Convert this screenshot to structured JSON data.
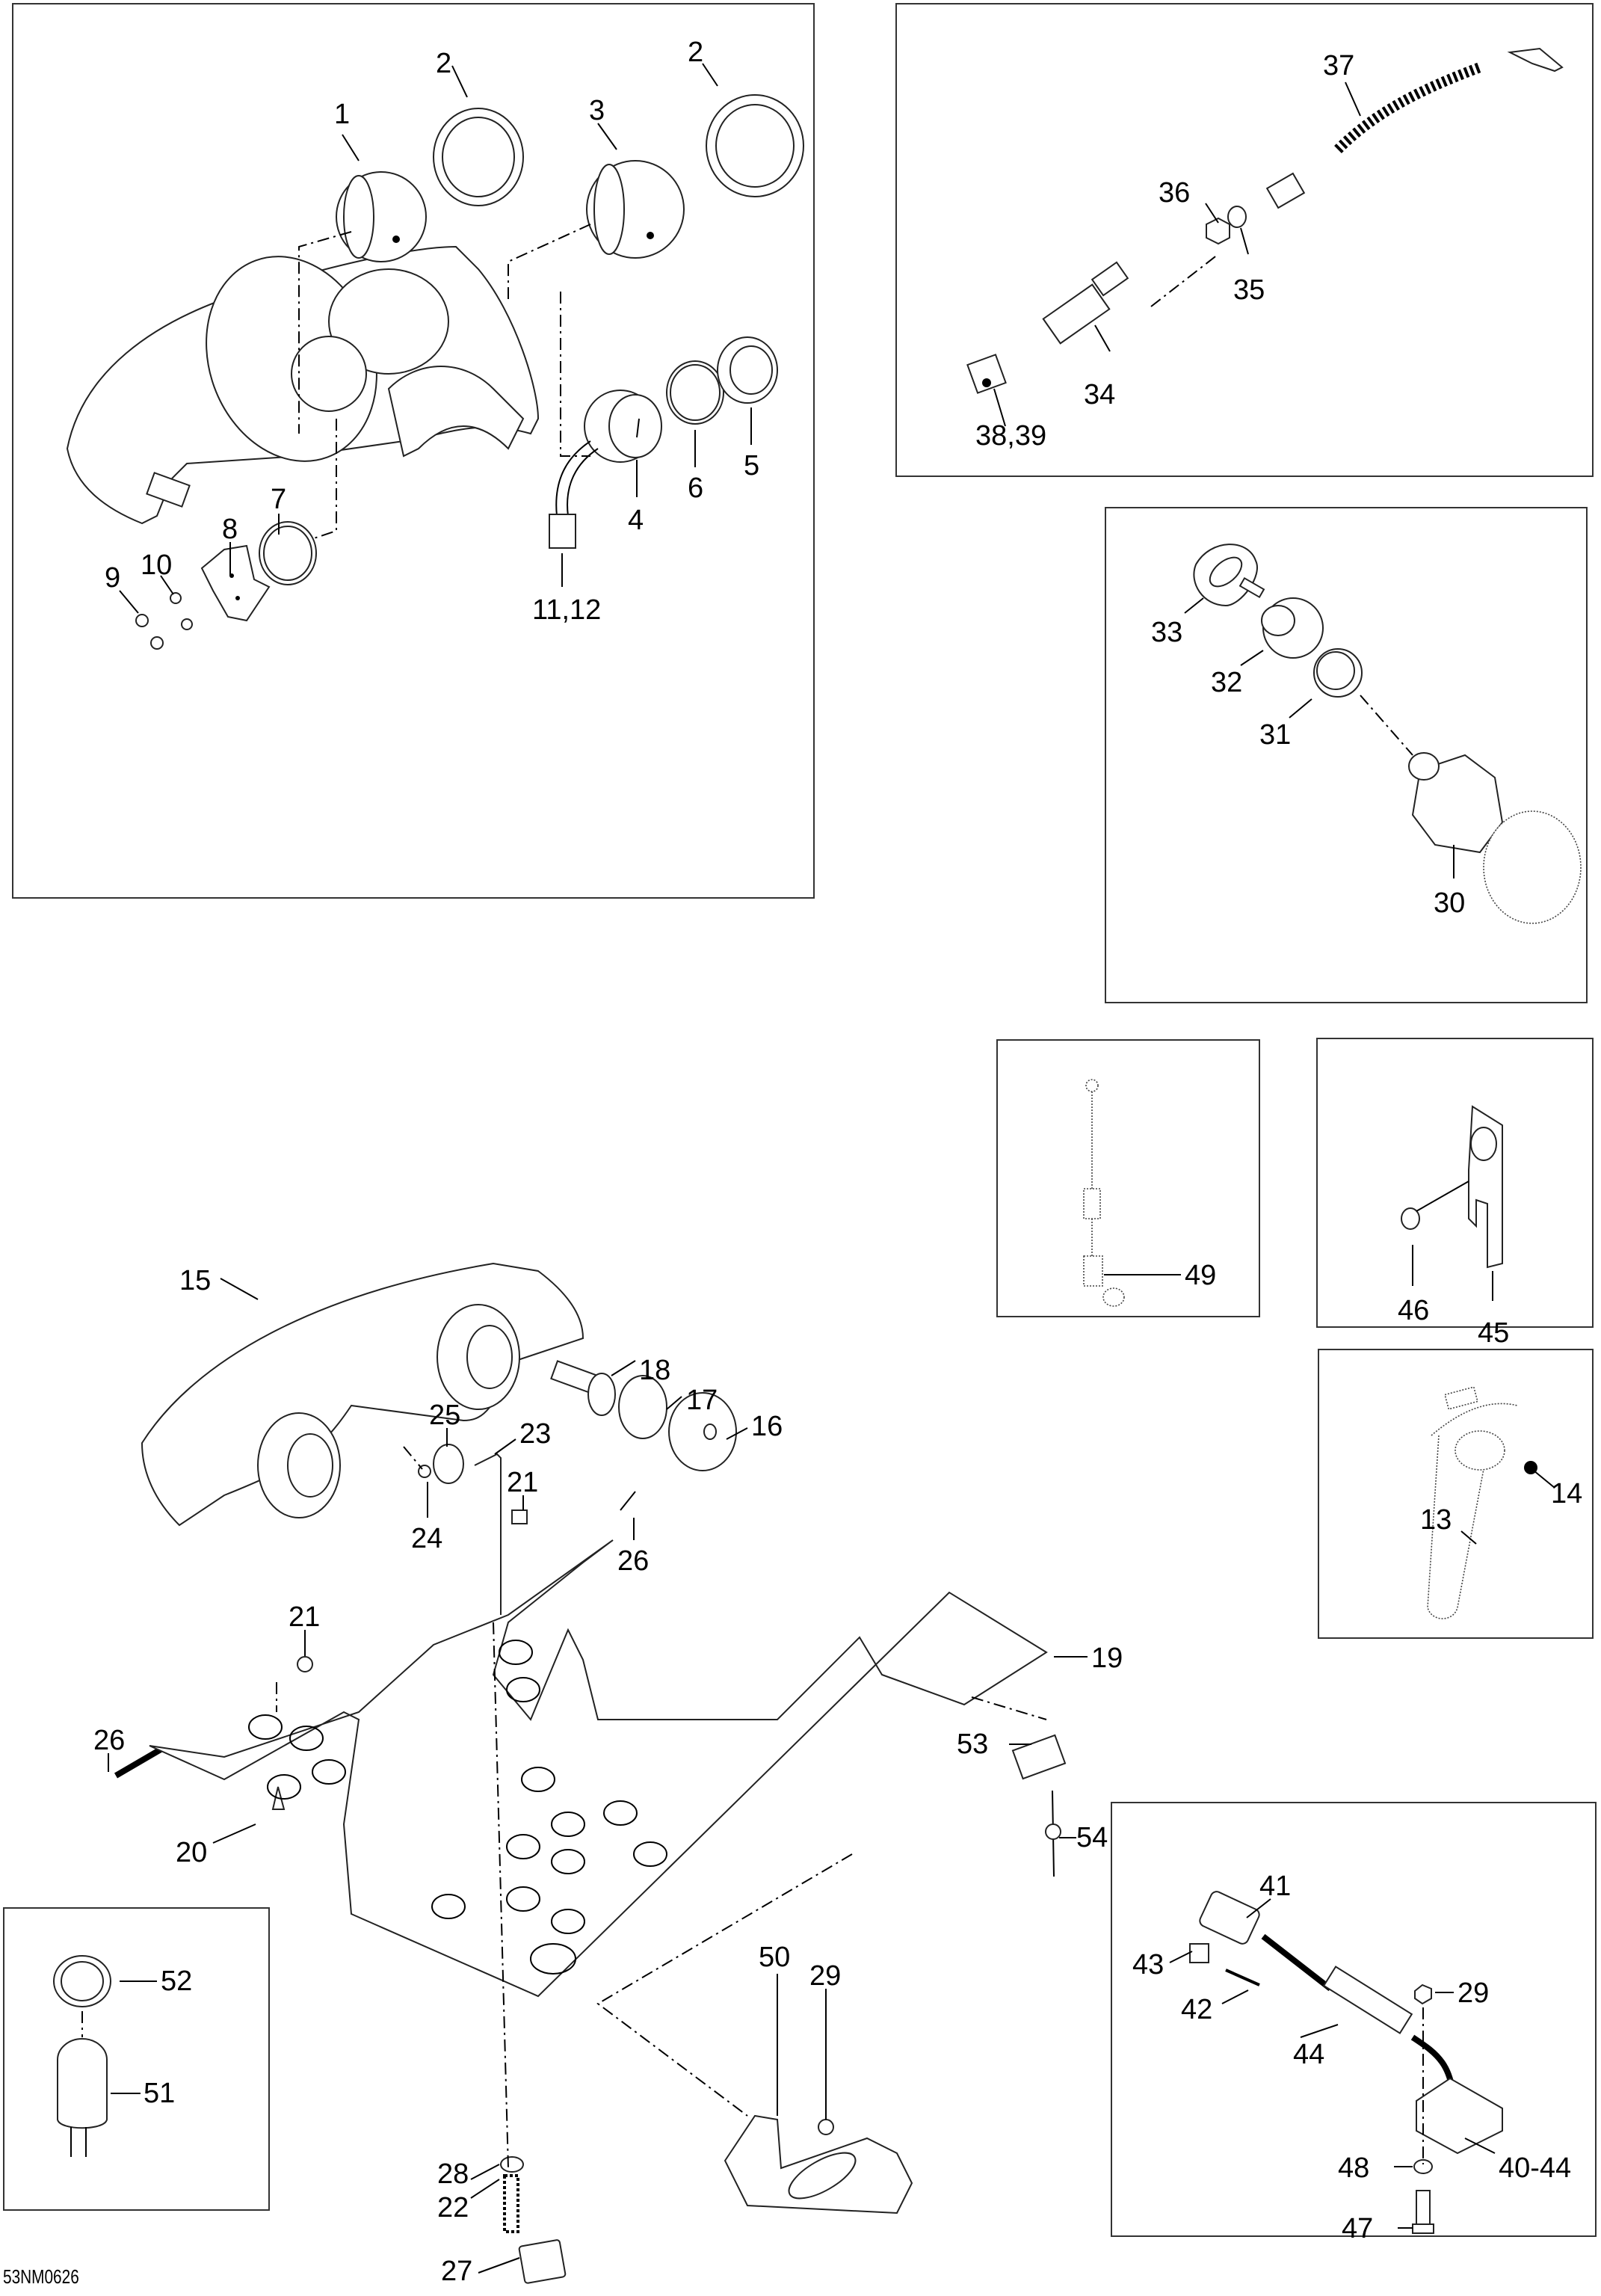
{
  "drawing_code": "53NM0626",
  "panels": [
    {
      "id": "gauge-cluster",
      "labels": [
        "1",
        "2",
        "2",
        "3",
        "4",
        "5",
        "6",
        "7",
        "8",
        "9",
        "10",
        "11,12"
      ]
    },
    {
      "id": "tether-switch",
      "labels": [
        "37",
        "36",
        "35",
        "34",
        "38,39"
      ]
    },
    {
      "id": "ignition-switch",
      "labels": [
        "33",
        "32",
        "31",
        "30"
      ]
    },
    {
      "id": "sensor-rod",
      "labels": [
        "49"
      ]
    },
    {
      "id": "clip",
      "labels": [
        "46",
        "45"
      ]
    },
    {
      "id": "fuel-sender",
      "labels": [
        "13",
        "14"
      ]
    },
    {
      "id": "headlight-bracket",
      "labels": [
        "15",
        "18",
        "17",
        "16",
        "25",
        "23",
        "21",
        "24",
        "26",
        "21",
        "19",
        "26",
        "53",
        "54",
        "20",
        "50",
        "29",
        "28",
        "22",
        "27"
      ]
    },
    {
      "id": "accessory-socket",
      "labels": [
        "52",
        "51"
      ]
    },
    {
      "id": "regulator-harness",
      "labels": [
        "41",
        "43",
        "42",
        "29",
        "44",
        "48",
        "40-44",
        "47"
      ]
    }
  ],
  "callouts": {
    "c1": "1",
    "c2a": "2",
    "c2b": "2",
    "c3": "3",
    "c4": "4",
    "c5": "5",
    "c6": "6",
    "c7": "7",
    "c8": "8",
    "c9": "9",
    "c10": "10",
    "c11_12": "11,12",
    "c37": "37",
    "c36": "36",
    "c35": "35",
    "c34": "34",
    "c38_39": "38,39",
    "c33": "33",
    "c32": "32",
    "c31": "31",
    "c30": "30",
    "c49": "49",
    "c46": "46",
    "c45": "45",
    "c13": "13",
    "c14": "14",
    "c15": "15",
    "c18": "18",
    "c17": "17",
    "c16": "16",
    "c25": "25",
    "c23": "23",
    "c21a": "21",
    "c24": "24",
    "c26a": "26",
    "c21b": "21",
    "c19": "19",
    "c26b": "26",
    "c53": "53",
    "c54": "54",
    "c20": "20",
    "c50": "50",
    "c29a": "29",
    "c28": "28",
    "c22": "22",
    "c27": "27",
    "c52": "52",
    "c51": "51",
    "c41": "41",
    "c43": "43",
    "c42": "42",
    "c29b": "29",
    "c44": "44",
    "c48": "48",
    "c40_44": "40-44",
    "c47": "47"
  }
}
